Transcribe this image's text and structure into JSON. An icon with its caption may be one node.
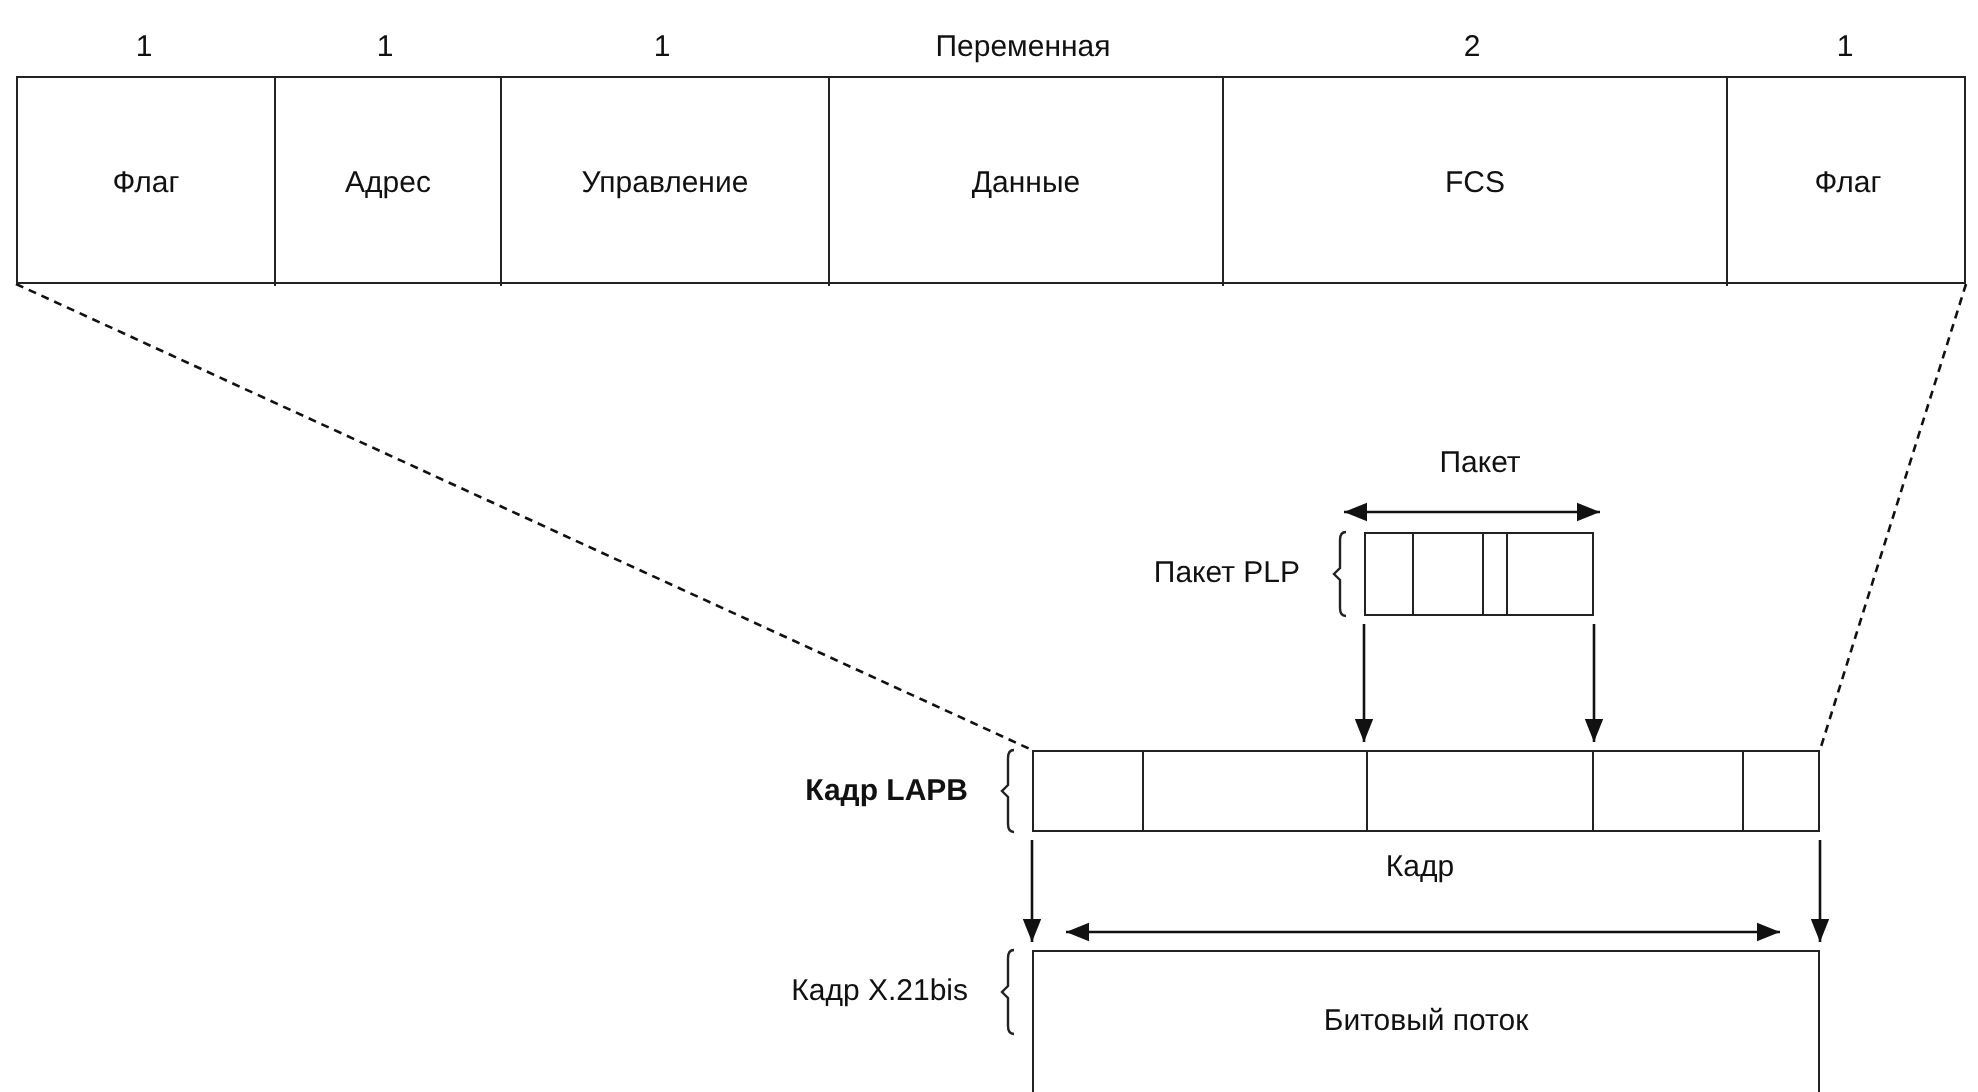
{
  "diagram": {
    "nodes": [
      {
        "text": [],
        "shape": "bar"
      },
      {
        "text": [
          "Флаг"
        ],
        "in": 0,
        "beside": [
          "1"
        ]
      },
      {
        "text": [
          "Адрес"
        ],
        "in": 0,
        "beside": [
          "1"
        ]
      },
      {
        "text": [
          "Управление"
        ],
        "in": 0,
        "beside": [
          "1"
        ]
      },
      {
        "text": [
          "Данные"
        ],
        "in": 0,
        "beside": [
          "Переменная"
        ]
      },
      {
        "text": [
          "FCS"
        ],
        "in": 0,
        "beside": [
          "2"
        ]
      },
      {
        "text": [
          "Флаг"
        ],
        "in": 0,
        "beside": [
          "1"
        ]
      },
      {
        "text": [],
        "shape": "bar",
        "beside": [
          "Пакет PLP"
        ]
      },
      {
        "text": [],
        "shape": "bar",
        "beside": [
          "Кадр LAPB"
        ]
      },
      {
        "text": [
          "Битовый поток"
        ],
        "beside": [
          "Кадр X.21bis"
        ]
      }
    ],
    "edges": [
      {
        "from": 0,
        "to": 8,
        "arrow": "none",
        "style": "dashed"
      },
      {
        "from": 0,
        "to": 8,
        "arrow": "none",
        "style": "dashed"
      },
      {
        "from": 7,
        "to": 8,
        "arrow": "to"
      },
      {
        "from": 7,
        "to": 8,
        "arrow": "to"
      },
      {
        "from": 8,
        "to": 9,
        "arrow": "to"
      },
      {
        "from": 8,
        "to": 9,
        "arrow": "to"
      }
    ],
    "labels": [
      "Пакет",
      "Кадр"
    ]
  }
}
